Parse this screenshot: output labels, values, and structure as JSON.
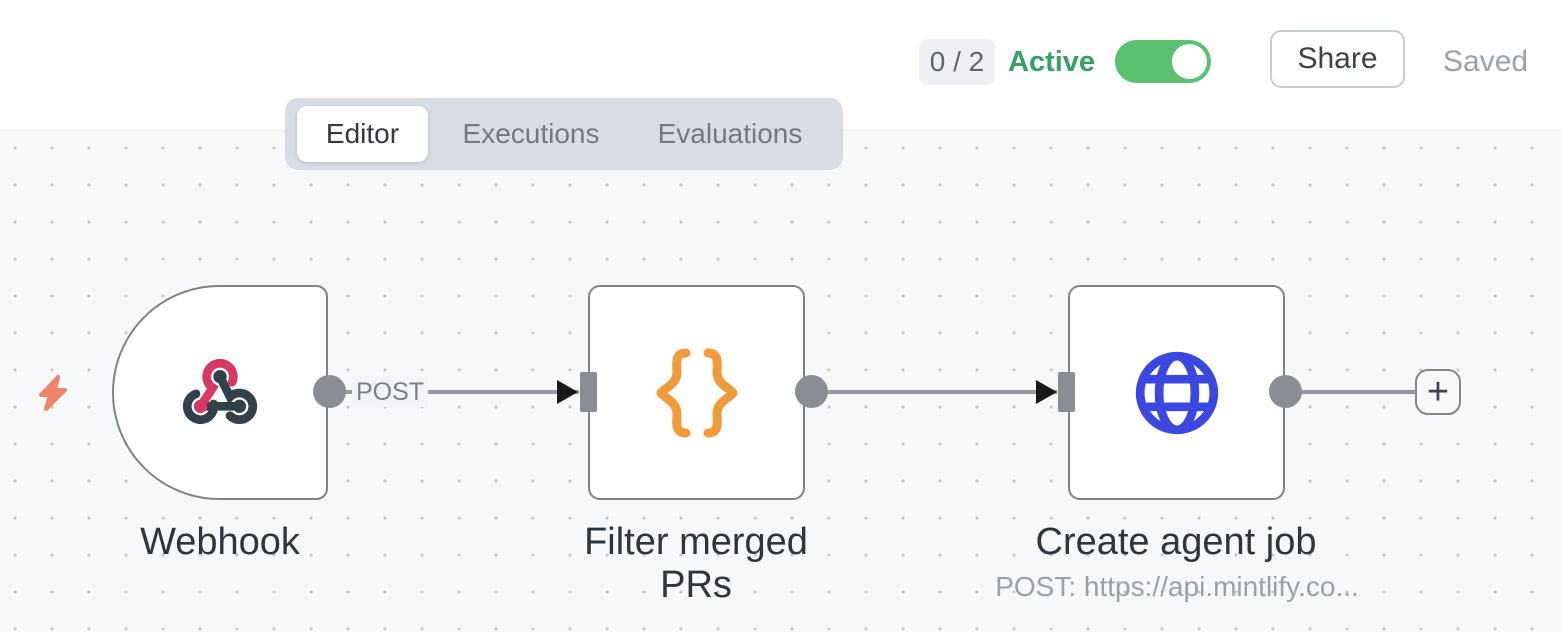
{
  "header": {
    "executions_badge": "0 / 2",
    "active_label": "Active",
    "toggle_state": "on",
    "share_label": "Share",
    "saved_label": "Saved"
  },
  "tabs": {
    "editor": "Editor",
    "executions": "Executions",
    "evaluations": "Evaluations",
    "active_tab": "Editor"
  },
  "workflow": {
    "nodes": [
      {
        "name": "Webhook",
        "icon": "webhook-icon",
        "output_label": "POST"
      },
      {
        "name": "Filter merged PRs",
        "icon": "code-braces-icon"
      },
      {
        "name": "Create agent job",
        "icon": "globe-icon",
        "subtitle": "POST: https://api.mintlify.co..."
      }
    ],
    "add_node_label": "+",
    "trigger_indicator_icon": "lightning-bolt-icon"
  },
  "colors": {
    "canvas_bg": "#f7f8fa",
    "toggle_on_green": "#5bc16f",
    "active_text_green": "#35a061",
    "webhook_pink": "#d63a63",
    "webhook_dark": "#32404a",
    "code_orange": "#ef9b3a",
    "http_blue": "#3b48e0",
    "trigger_bolt_salmon": "#ef8468",
    "node_border_gray": "#7e838a",
    "connector_gray": "#8a8e94"
  }
}
